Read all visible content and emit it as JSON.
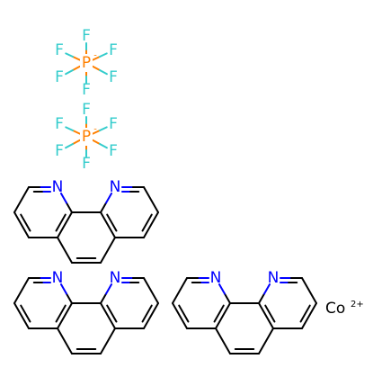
{
  "colors": {
    "fluorine": "#33cccc",
    "phosphorus": "#ff8000",
    "nitrogen": "#0000ff",
    "carbon_bond": "#000000",
    "text": "#000000",
    "background": "#ffffff"
  },
  "hexafluorophosphate": {
    "phosphorus_label": "P",
    "fluorine_label": "F",
    "charge_label": "-"
  },
  "phenanthroline": {
    "nitrogen_label": "N"
  },
  "metal_ion": {
    "symbol": "Co",
    "charge": "2+"
  }
}
